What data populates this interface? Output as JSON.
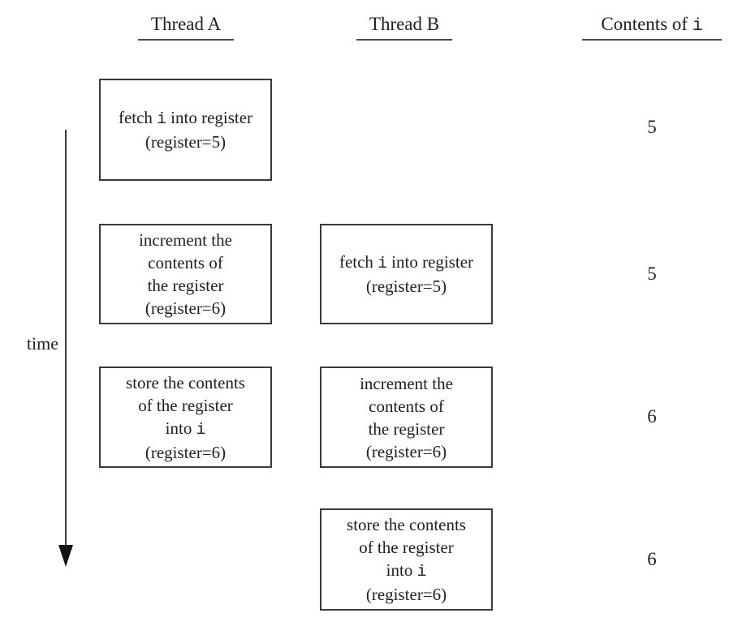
{
  "headers": {
    "thread_a": "Thread A",
    "thread_b": "Thread B",
    "contents_of": "Contents of ",
    "contents_var": "i"
  },
  "timeline": {
    "label": "time"
  },
  "steps": {
    "fetch": {
      "pre": "fetch ",
      "var": "i",
      "post": " into register",
      "result": "(register=5)"
    },
    "increment": {
      "l1": "increment the",
      "l2": "contents of",
      "l3": "the register",
      "result": "(register=6)"
    },
    "store": {
      "l1": "store the contents",
      "l2": "of the register",
      "l3_pre": "into ",
      "var": "i",
      "result": "(register=6)"
    }
  },
  "contents_values": [
    "5",
    "5",
    "6",
    "6"
  ],
  "colors": {
    "text": "#1f1f1f",
    "box_border": "#3a3a3a",
    "underline": "#4a4a4a",
    "arrow": "#141414"
  }
}
